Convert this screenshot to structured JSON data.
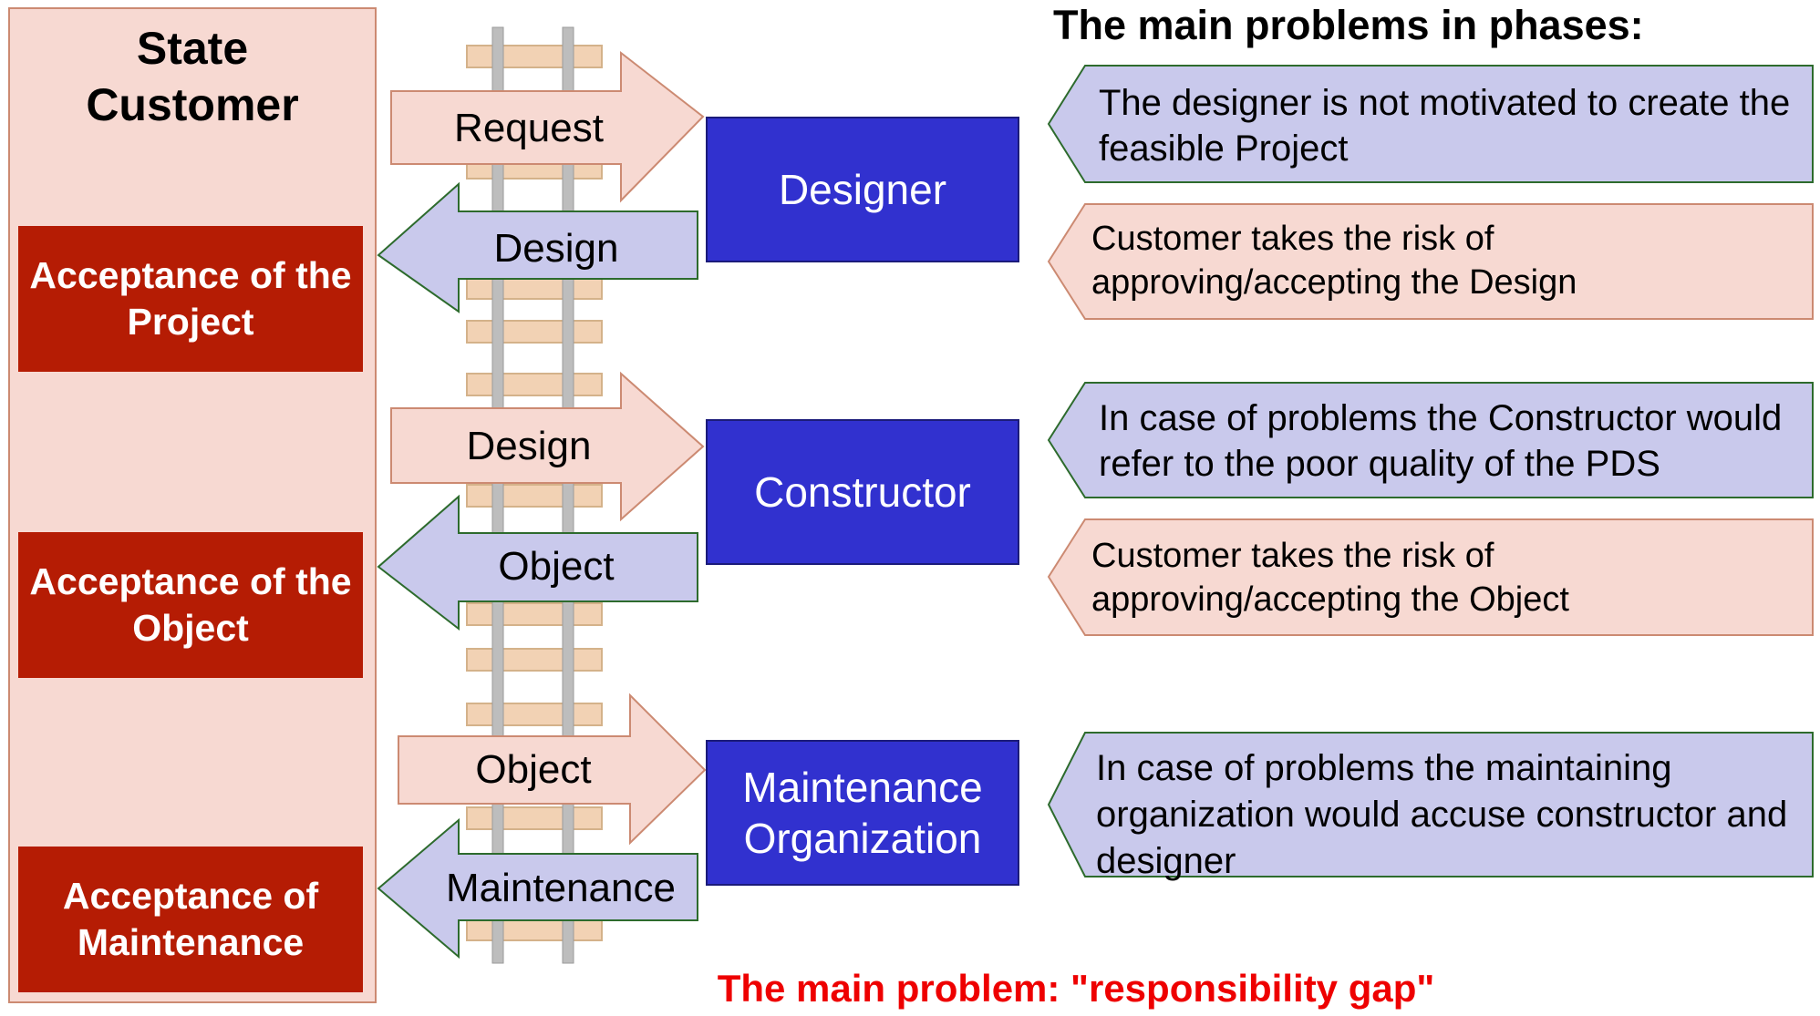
{
  "customer": {
    "title_line1": "State",
    "title_line2": "Customer",
    "acceptances": [
      "Acceptance of the Project",
      "Acceptance of the Object",
      "Acceptance of Maintenance"
    ]
  },
  "roles": {
    "designer": "Designer",
    "constructor": "Constructor",
    "maintenance_line1": "Maintenance",
    "maintenance_line2": "Organization"
  },
  "arrows": {
    "request": "Request",
    "design_back": "Design",
    "design_forward": "Design",
    "object_back": "Object",
    "object_forward": "Object",
    "maintenance_back": "Maintenance"
  },
  "problems": {
    "title": "The main problems in phases:",
    "items": [
      "The designer is not motivated to create the feasible Project",
      "Customer takes the risk of approving/accepting the Design",
      "In case of problems the Constructor would refer to the poor quality of the PDS",
      "Customer takes the risk of approving/accepting the Object",
      "In case of problems the maintaining organization would accuse constructor and designer"
    ]
  },
  "footer": {
    "main_problem": "The main problem: \"responsibility gap\""
  },
  "colors": {
    "customer_panel": "#f7d9d2",
    "acceptance_box": "#b51c04",
    "role_box": "#3131cf",
    "forward_arrow": "#f7d9d2",
    "backward_arrow": "#c9c9ec",
    "main_problem_text": "#ee0000"
  }
}
